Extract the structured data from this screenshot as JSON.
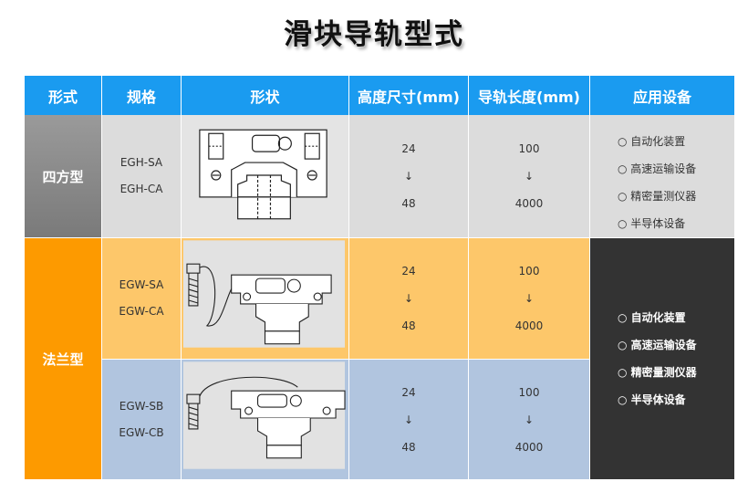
{
  "title": "滑块导轨型式",
  "headers": [
    "形式",
    "规格",
    "形状",
    "高度尺寸(mm)",
    "导轨长度(mm)",
    "应用设备"
  ],
  "arrow": "↓",
  "rows": [
    {
      "kind": "四方型",
      "specs": [
        "EGH-SA",
        "EGH-CA"
      ],
      "height": [
        "24",
        "48"
      ],
      "length": [
        "100",
        "4000"
      ]
    },
    {
      "kind": "法兰型",
      "sub": [
        {
          "specs": [
            "EGW-SA",
            "EGW-CA"
          ],
          "height": [
            "24",
            "48"
          ],
          "length": [
            "100",
            "4000"
          ]
        },
        {
          "specs": [
            "EGW-SB",
            "EGW-CB"
          ],
          "height": [
            "24",
            "48"
          ],
          "length": [
            "100",
            "4000"
          ]
        }
      ]
    }
  ],
  "applications": [
    "自动化装置",
    "高速运输设备",
    "精密量测仪器",
    "半导体设备"
  ],
  "colors": {
    "header": "#1a9bf0",
    "kind_square": "#888888",
    "kind_flange": "#fd9a00",
    "row1": "#dcdcdc",
    "row2": "#fdc76a",
    "row3": "#b1c5df",
    "apps_dark": "#333333"
  }
}
